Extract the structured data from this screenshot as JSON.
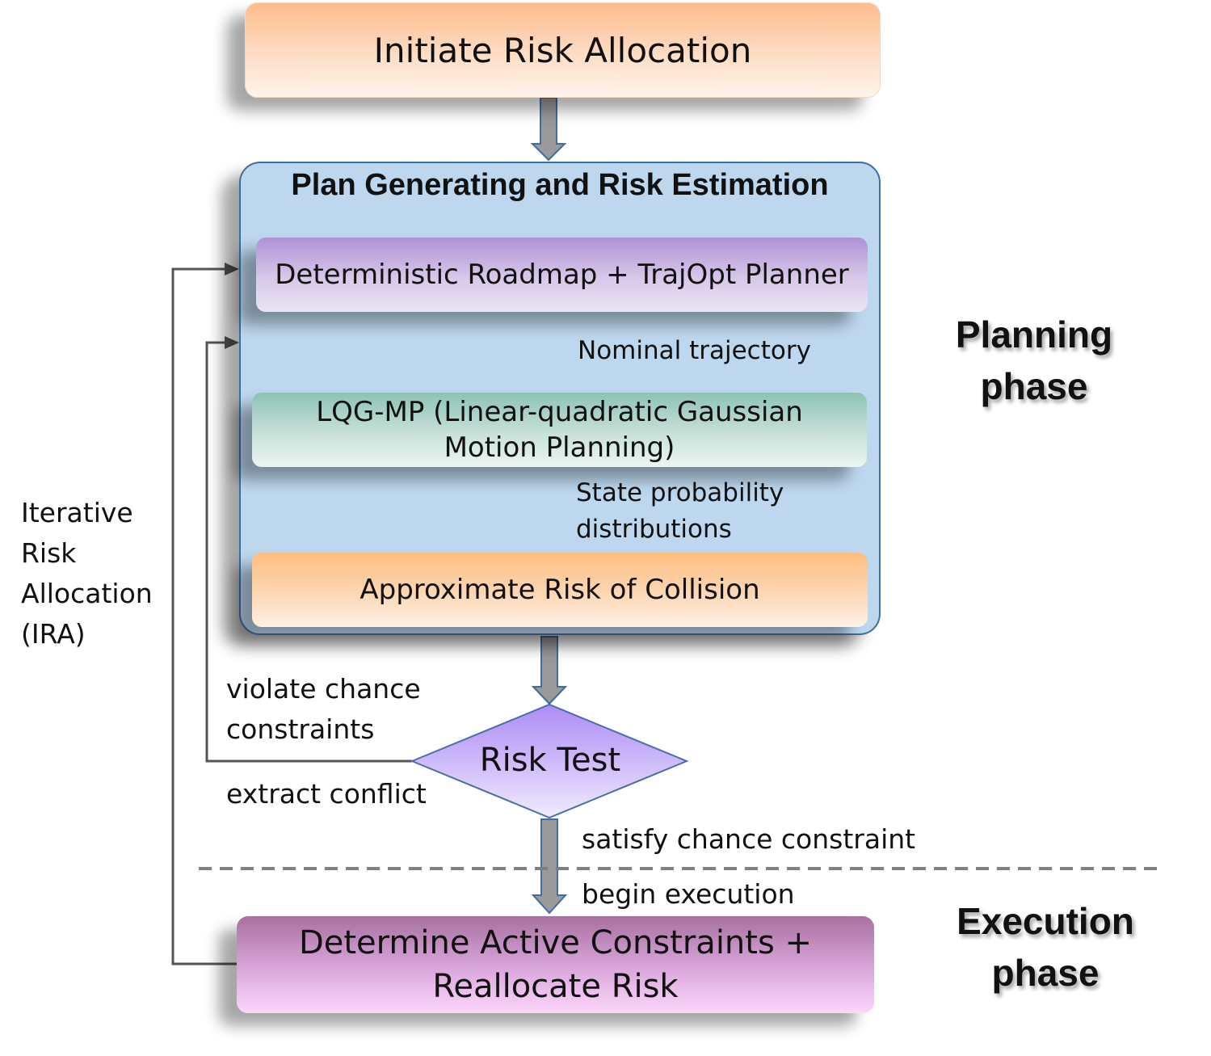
{
  "nodes": {
    "initiate": "Initiate Risk Allocation",
    "plan_title": "Plan Generating and Risk Estimation",
    "roadmap": "Deterministic Roadmap + TrajOpt Planner",
    "lqg_line1": "LQG-MP (Linear-quadratic Gaussian",
    "lqg_line2": "Motion Planning)",
    "approx": "Approximate Risk of Collision",
    "risk_test": "Risk Test",
    "determine_line1": "Determine Active Constraints +",
    "determine_line2": "Reallocate Risk"
  },
  "edge_labels": {
    "nominal": "Nominal trajectory",
    "state_line1": "State probability",
    "state_line2": "distributions",
    "violate_line1": "violate chance",
    "violate_line2": "constraints",
    "extract": "extract conflict",
    "satisfy": "satisfy chance constraint",
    "begin": "begin execution"
  },
  "side": {
    "ira_line1": "Iterative",
    "ira_line2": "Risk",
    "ira_line3": "Allocation",
    "ira_line4": "(IRA)"
  },
  "phases": {
    "planning_line1": "Planning",
    "planning_line2": "phase",
    "execution_line1": "Execution",
    "execution_line2": "phase"
  },
  "colors": {
    "initiate": "#fdbc8e",
    "plan_container": "#bcd7ee",
    "roadmap": "#ae92d4",
    "lqg": "#8cc2b4",
    "approx": "#fdbd7f",
    "risk_test": "#b99af7",
    "determine": "#a7709f",
    "arrow": "#9a9a9a",
    "connector": "#555555"
  }
}
